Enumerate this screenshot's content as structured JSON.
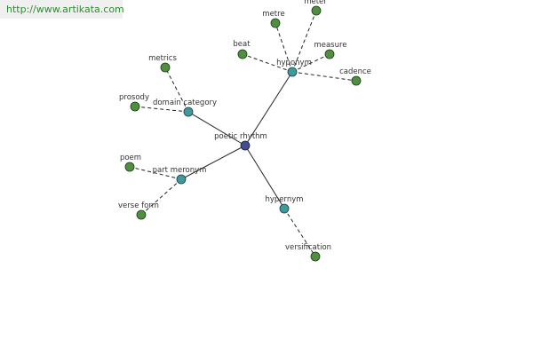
{
  "site": {
    "url": "http://www.artikata.com"
  },
  "colors": {
    "center_node": "#3f4f8f",
    "relation_node": "#3f9aa0",
    "leaf_node": "#4f8f3f",
    "edge": "#222222"
  },
  "graph": {
    "center": {
      "label": "poetic rhythm"
    },
    "relations": [
      {
        "label": "hyponym",
        "terms": [
          "meter",
          "metre",
          "beat",
          "measure",
          "cadence"
        ]
      },
      {
        "label": "domain category",
        "terms": [
          "metrics",
          "prosody"
        ]
      },
      {
        "label": "part meronym",
        "terms": [
          "poem",
          "verse form"
        ]
      },
      {
        "label": "hypernym",
        "terms": [
          "versification"
        ]
      }
    ]
  }
}
